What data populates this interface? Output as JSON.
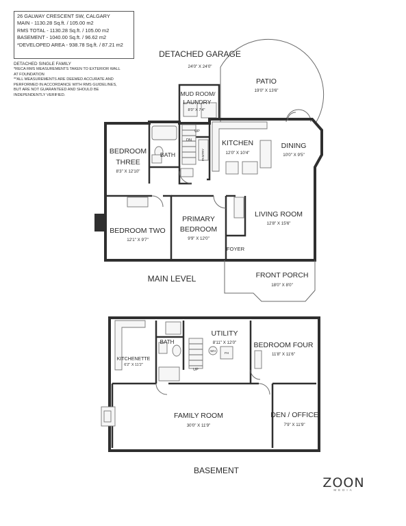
{
  "info": {
    "address": "26 GALWAY CRESCENT SW, CALGARY",
    "main": "MAIN - 1130.28 Sq.ft. / 105.00 m2",
    "rms": "RMS TOTAL - 1130.28 Sq.ft. / 105.00 m2",
    "basement": "BASEMENT - 1040.00 Sq.ft. / 96.62 m2",
    "developed": "*DEVELOPED AREA - 938.78 Sq.ft. / 87.21 m2"
  },
  "notes": {
    "type": "DETACHED SINGLE FAMILY",
    "line1": "*RECA RMS MEASUREMENTS TAKEN TO EXTERIOR WALL",
    "line2": "AT FOUNDATION",
    "line3": "**ALL MEASUREMENTS ARE DEEMED ACCURATE AND",
    "line4": "PERFORMED IN ACCORDANCE WITH RMS GUIDELINES,",
    "line5": "BUT ARE NOT GUARANTEED AND SHOULD BE",
    "line6": "INDEPENDENTLY VERIFIED."
  },
  "main_level": {
    "title": "MAIN LEVEL",
    "garage": {
      "name": "DETACHED GARAGE",
      "dim": "24'0\" X 24'0\""
    },
    "patio": {
      "name": "PATIO",
      "dim": "19'0\" X 13'6\""
    },
    "mudroom": {
      "name1": "MUD ROOM/",
      "name2": "LAUNDRY",
      "dim": "8'0\" X 7'4\""
    },
    "kitchen": {
      "name": "KITCHEN",
      "dim": "12'0\" X 10'4\""
    },
    "dining": {
      "name": "DINING",
      "dim": "10'0\" X 9'5\""
    },
    "bedroom_three": {
      "name1": "BEDROOM",
      "name2": "THREE",
      "dim": "8'3\" X 12'10\""
    },
    "bath": {
      "name": "BATH"
    },
    "pantry": "PANTRY",
    "dn": "DN",
    "up": "UP",
    "bedroom_two": {
      "name": "BEDROOM TWO",
      "dim": "12'1\" X 9'7\""
    },
    "primary": {
      "name1": "PRIMARY",
      "name2": "BEDROOM",
      "dim": "9'9\" X 12'0\""
    },
    "living": {
      "name": "LIVING ROOM",
      "dim": "12'8\" X 15'6\""
    },
    "foyer": "FOYER",
    "porch": {
      "name": "FRONT PORCH",
      "dim": "18'0\" X 8'0\""
    }
  },
  "basement_level": {
    "title": "BASEMENT",
    "kitchenette": {
      "name": "KITCHENETTE",
      "dim": "6'2\" X 11'2\""
    },
    "bath": {
      "name": "BATH"
    },
    "utility": {
      "name": "UTILITY",
      "dim": "8'11\" X 12'0\""
    },
    "bedroom_four": {
      "name": "BEDROOM FOUR",
      "dim": "11'8\" X 11'6\""
    },
    "family": {
      "name": "FAMILY ROOM",
      "dim": "30'0\" X 11'9\""
    },
    "den": {
      "name": "DEN / OFFICE",
      "dim": "7'9\" X 11'9\""
    },
    "up": "UP",
    "fh": "FH",
    "wh": "WH"
  },
  "logo": {
    "brand": "ZOON",
    "sub": "MEDIA"
  }
}
